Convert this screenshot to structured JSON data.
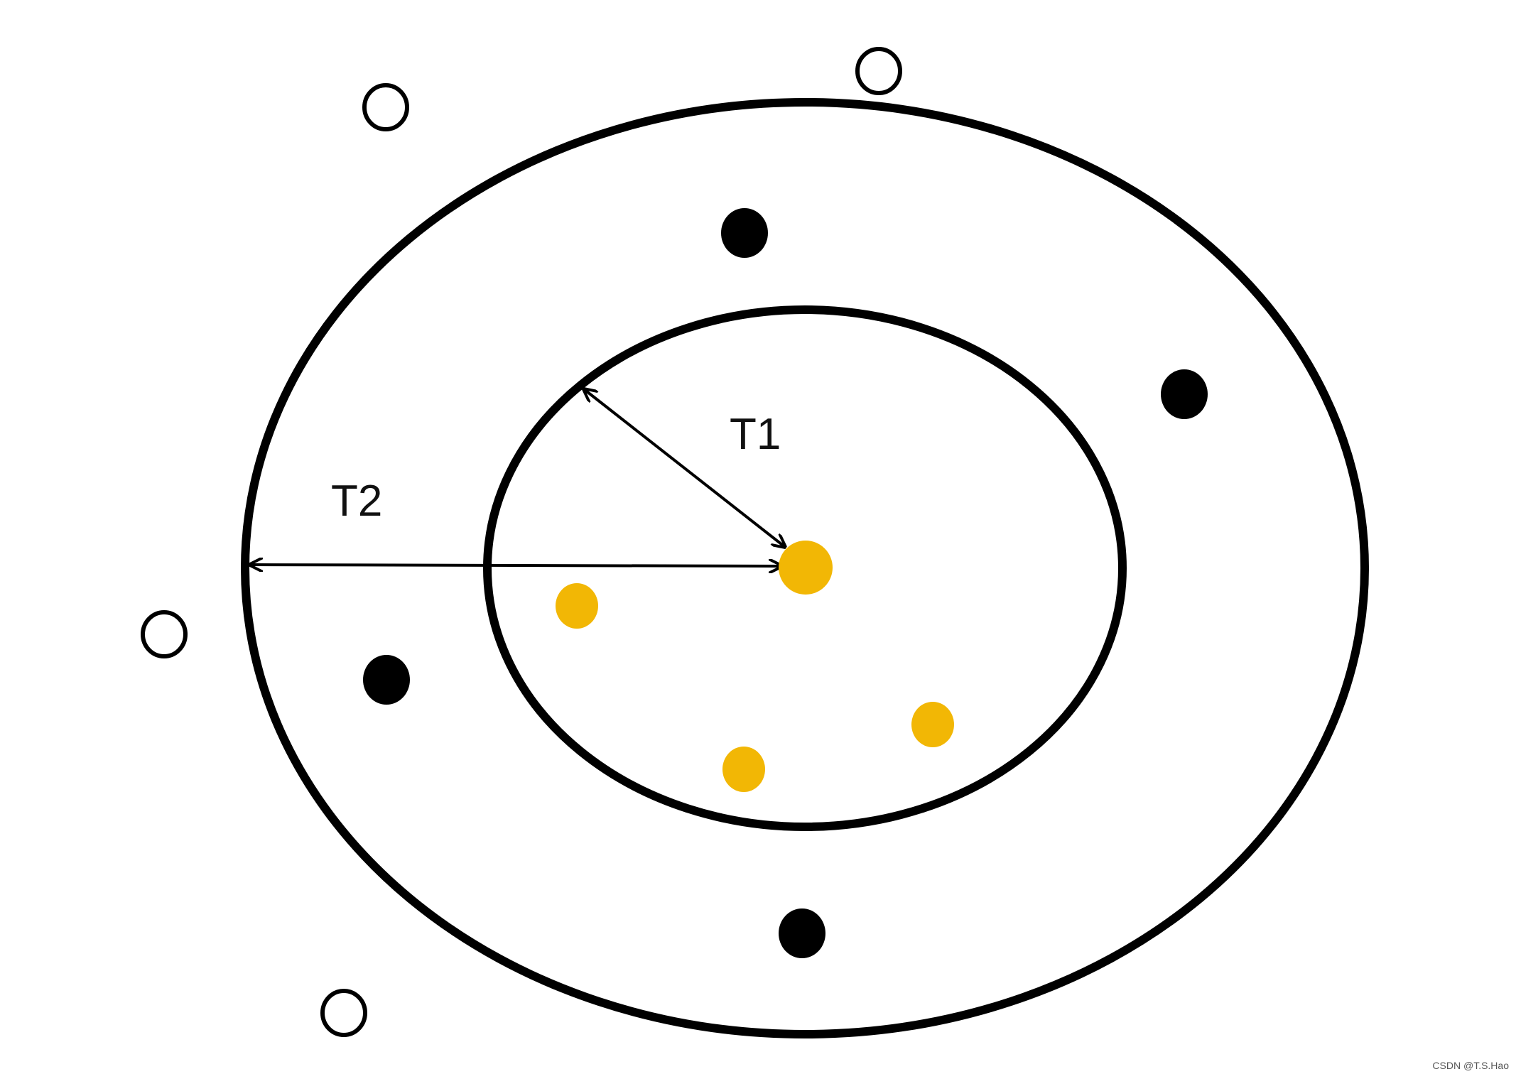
{
  "diagram": {
    "labels": {
      "t1": "T1",
      "t2": "T2"
    },
    "watermark": "CSDN @T.S.Hao",
    "colors": {
      "stroke": "#000000",
      "filled_point": "#000000",
      "hollow_point_fill": "#ffffff",
      "highlight_point": "#f2b705",
      "background": "#ffffff"
    },
    "point_groups": [
      {
        "name": "within-t1",
        "style": "yellow-filled",
        "count": 4
      },
      {
        "name": "between-t1-t2",
        "style": "black-filled",
        "count": 4
      },
      {
        "name": "outside-t2",
        "style": "hollow",
        "count": 4
      }
    ]
  }
}
